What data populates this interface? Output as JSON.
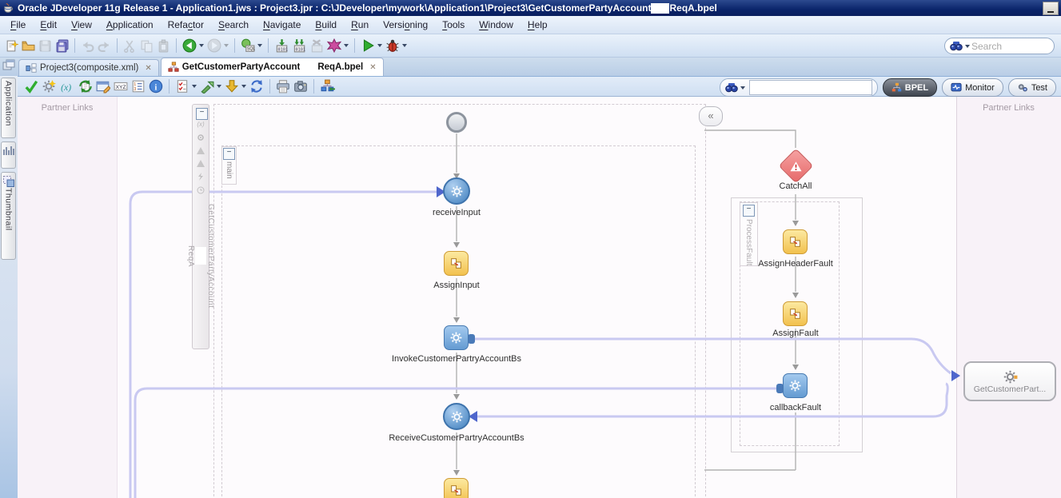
{
  "window": {
    "title_part1": "Oracle JDeveloper 11g Release 1 - Application1.jws : Project3.jpr : C:\\JDeveloper\\mywork\\Application1\\Project3\\GetCustomerPartyAccount",
    "title_part2": "ReqA.bpel",
    "app_icon": "java-cup-icon",
    "controls": [
      "minimize-button"
    ]
  },
  "menu": {
    "items": [
      {
        "label": "File",
        "underline": 0
      },
      {
        "label": "Edit",
        "underline": 0
      },
      {
        "label": "View",
        "underline": 0
      },
      {
        "label": "Application",
        "underline": 0
      },
      {
        "label": "Refactor",
        "underline": 4
      },
      {
        "label": "Search",
        "underline": 0
      },
      {
        "label": "Navigate",
        "underline": 0
      },
      {
        "label": "Build",
        "underline": 0
      },
      {
        "label": "Run",
        "underline": 0
      },
      {
        "label": "Versioning",
        "underline": 5
      },
      {
        "label": "Tools",
        "underline": 0
      },
      {
        "label": "Window",
        "underline": 0
      },
      {
        "label": "Help",
        "underline": 0
      }
    ]
  },
  "toolbar_main": {
    "items": [
      {
        "icon": "new-file"
      },
      {
        "icon": "open-folder"
      },
      {
        "icon": "save",
        "disabled": true
      },
      {
        "icon": "save-all"
      },
      {
        "sep": true
      },
      {
        "icon": "undo",
        "disabled": true
      },
      {
        "icon": "redo",
        "disabled": true
      },
      {
        "sep": true
      },
      {
        "icon": "cut",
        "disabled": true
      },
      {
        "icon": "copy",
        "disabled": true
      },
      {
        "icon": "paste",
        "disabled": true
      },
      {
        "sep": true
      },
      {
        "icon": "back",
        "dropdown": true
      },
      {
        "icon": "forward",
        "dropdown": true,
        "disabled": true
      },
      {
        "sep": true
      },
      {
        "icon": "database-sql",
        "dropdown": true
      },
      {
        "sep": true
      },
      {
        "icon": "make"
      },
      {
        "icon": "rebuild"
      },
      {
        "icon": "cancel-build",
        "disabled": true
      },
      {
        "icon": "profile",
        "dropdown": true
      },
      {
        "sep": true
      },
      {
        "icon": "run",
        "dropdown": true
      },
      {
        "icon": "debug",
        "dropdown": true
      }
    ]
  },
  "global_search": {
    "placeholder": "Search",
    "icon": "binoculars-icon"
  },
  "tab_row": {
    "group_icon": "editor-group-icon",
    "tabs": [
      {
        "label": "Project3(composite.xml)",
        "icon": "composite-icon",
        "active": false,
        "close": "x"
      },
      {
        "label_part1": "GetCustomerPartyAccount",
        "label_part2": "ReqA.bpel",
        "icon": "bpel-doc-icon",
        "active": true,
        "close": "x"
      }
    ]
  },
  "toolbar_editor": {
    "items": [
      {
        "icon": "validate-check"
      },
      {
        "icon": "gear-wand"
      },
      {
        "icon": "variables"
      },
      {
        "icon": "refresh-pages"
      },
      {
        "icon": "edit-form"
      },
      {
        "icon": "xyz"
      },
      {
        "icon": "list-123"
      },
      {
        "icon": "info"
      },
      {
        "sep": true
      },
      {
        "icon": "checklist",
        "dropdown": true
      },
      {
        "icon": "deploy",
        "dropdown": true
      },
      {
        "icon": "import",
        "dropdown": true
      },
      {
        "icon": "sync"
      },
      {
        "sep": true
      },
      {
        "icon": "print"
      },
      {
        "icon": "snapshot"
      },
      {
        "sep": true
      },
      {
        "icon": "add-node"
      }
    ],
    "search_icon": "binoculars-icon",
    "view_buttons": [
      {
        "label": "BPEL",
        "icon": "bpel-view-icon",
        "active": true
      },
      {
        "label": "Monitor",
        "icon": "monitor-view-icon",
        "active": false
      },
      {
        "label": "Test",
        "icon": "test-view-icon",
        "active": false
      }
    ]
  },
  "left_dock": {
    "tabs": [
      {
        "label": "Application",
        "icon": ""
      },
      {
        "label": "",
        "icon": "structure-bars-icon"
      },
      {
        "label": "Thumbnail",
        "icon": "thumbnail-icon"
      }
    ]
  },
  "diagram": {
    "left_lane_title": "Partner Links",
    "right_lane_title": "Partner Links",
    "scope_vertical_part1": "GetCustomerPartyAccount",
    "scope_vertical_part2": "ReqA",
    "main_label": "main",
    "process_fault_label": "ProcessFault",
    "collapse_glyph": "«",
    "minus_glyph": "−",
    "nodes": {
      "receive_input": "receiveInput",
      "assign_input": "AssignInput",
      "invoke": "InvokeCustomerPartryAccountBs",
      "receive_callback": "ReceiveCustomerPartryAccountBs",
      "catch_all": "CatchAll",
      "assign_header_fault": "AssignHeaderFault",
      "assign_fault": "AssignFault",
      "callback_fault": "callbackFault",
      "partner_link": "GetCustomerPart..."
    },
    "connector_color": "#c9c9f1",
    "arrow_color": "#4f66cc",
    "assign_color": "#f2c14e",
    "activity_color": "#649bd2",
    "fault_color": "#e66a6a"
  }
}
